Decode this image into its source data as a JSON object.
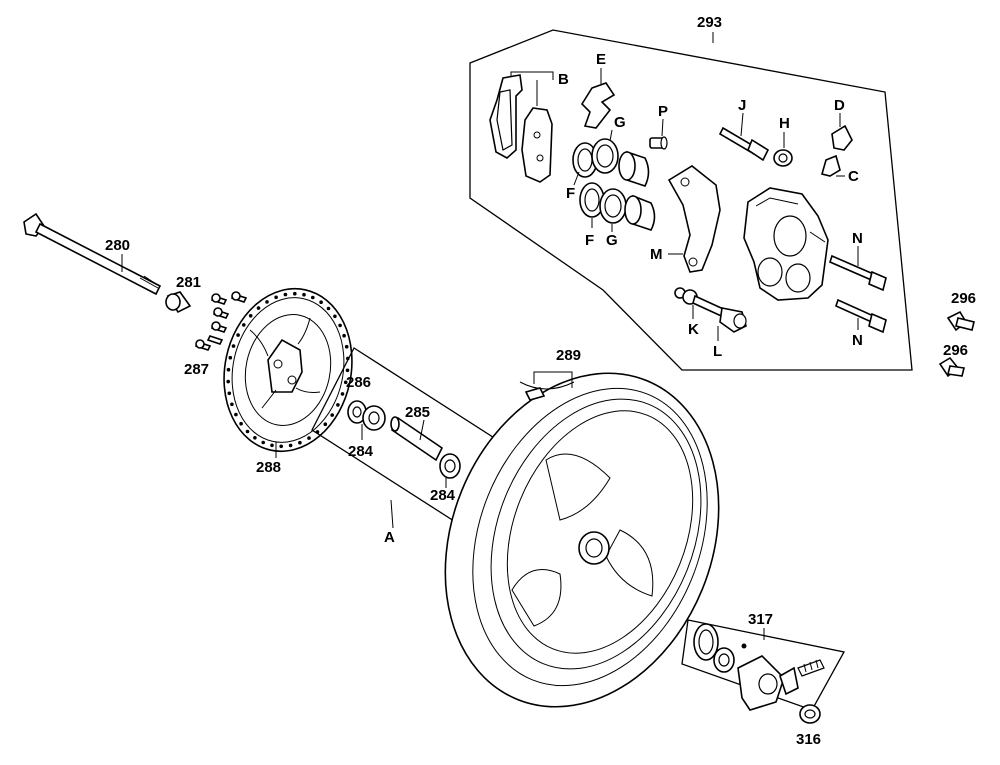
{
  "labels": {
    "caliper_assembly": "293",
    "pads": "B",
    "pad_spring": "E",
    "seal_g_top": "G",
    "seal_f_top": "F",
    "seal_f_bottom": "F",
    "seal_g_bottom": "G",
    "pin_p": "P",
    "bolt_j": "J",
    "nut_h": "H",
    "bleeder_cap": "D",
    "bleeder_screw": "C",
    "bracket": "M",
    "pin_n_top": "N",
    "pin_n_bottom": "N",
    "washer_k": "K",
    "bolt_l": "L",
    "bolt_296_top": "296",
    "bolt_296_bottom": "296",
    "axle": "280",
    "spacer": "281",
    "disc_bolts": "287",
    "brake_disc": "288",
    "seal_286": "286",
    "bearing_284_left": "284",
    "collar_285": "285",
    "bearing_284_right": "284",
    "bearing_group": "A",
    "tire_valve": "289",
    "speedo_gear": "317",
    "nut_316": "316"
  }
}
